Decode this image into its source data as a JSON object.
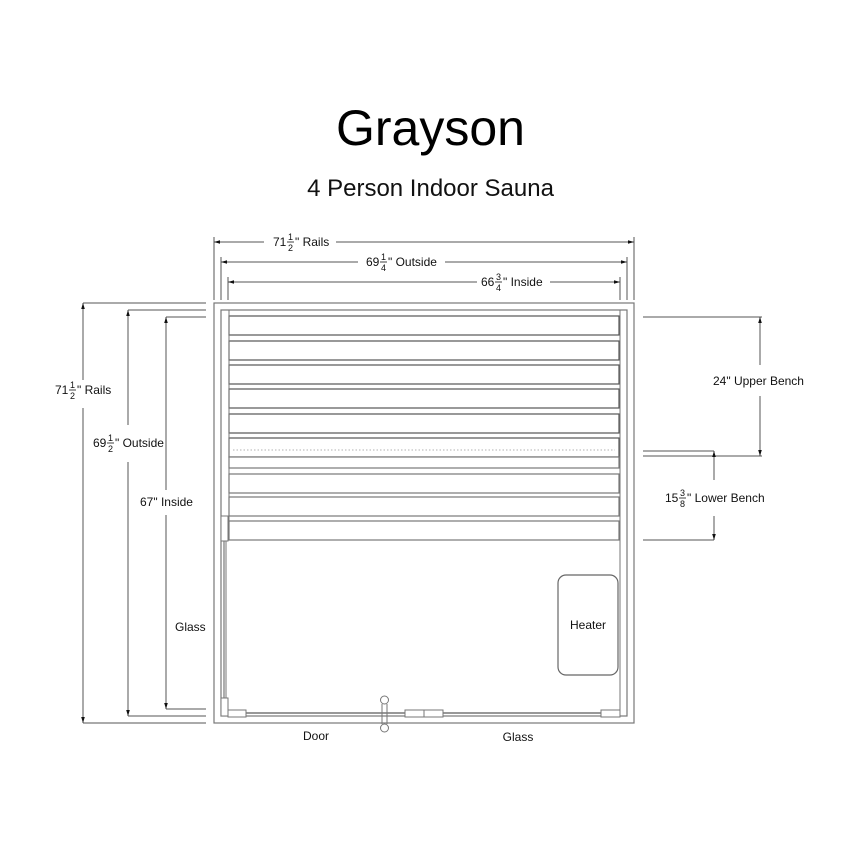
{
  "header": {
    "title": "Grayson",
    "subtitle": "4 Person Indoor Sauna"
  },
  "dimensions": {
    "width_rails": {
      "whole": "71",
      "num": "1",
      "den": "2",
      "suffix": "\" Rails"
    },
    "width_outside": {
      "whole": "69",
      "num": "1",
      "den": "4",
      "suffix": "\" Outside"
    },
    "width_inside": {
      "whole": "66",
      "num": "3",
      "den": "4",
      "suffix": "\" Inside"
    },
    "height_rails": {
      "whole": "71",
      "num": "1",
      "den": "2",
      "suffix": "\" Rails"
    },
    "height_outside": {
      "whole": "69",
      "num": "1",
      "den": "2",
      "suffix": "\" Outside"
    },
    "height_inside": {
      "text": "67\" Inside"
    },
    "upper_bench": {
      "text": "24\" Upper Bench"
    },
    "lower_bench": {
      "whole": "15",
      "num": "3",
      "den": "8",
      "suffix": "\" Lower Bench"
    }
  },
  "labels": {
    "glass_left": "Glass",
    "glass_front": "Glass",
    "door": "Door",
    "heater": "Heater"
  },
  "bench_boards": 9,
  "colors": {
    "line": "#555555",
    "line_light": "#888888",
    "text": "#111111"
  }
}
